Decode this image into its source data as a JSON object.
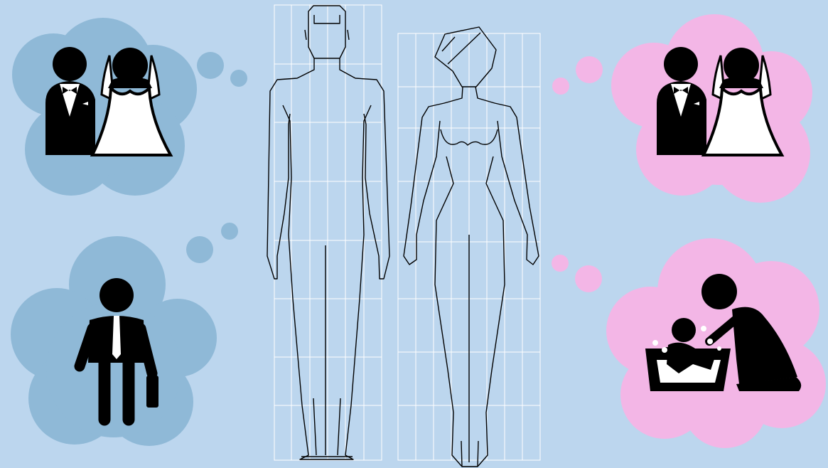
{
  "colors": {
    "background": "#bcd6ee",
    "male_bubble": "#8fb9d7",
    "female_bubble": "#f3b6e6",
    "grid_line": "#ffffff",
    "figure_outline": "#000000",
    "pictogram_fill": "#000000",
    "pictogram_detail": "#ffffff"
  },
  "male_thoughts": [
    {
      "topic": "wedding-couple",
      "icon": "bride-and-groom-icon"
    },
    {
      "topic": "career",
      "icon": "businessman-with-briefcase-icon"
    }
  ],
  "female_thoughts": [
    {
      "topic": "wedding-couple",
      "icon": "bride-and-groom-icon"
    },
    {
      "topic": "motherhood",
      "icon": "mother-bathing-baby-icon"
    }
  ],
  "figures": [
    {
      "sex": "male",
      "figure": "male-proportion-figure",
      "grid": "male-proportion-grid"
    },
    {
      "sex": "female",
      "figure": "female-proportion-figure",
      "grid": "female-proportion-grid"
    }
  ]
}
